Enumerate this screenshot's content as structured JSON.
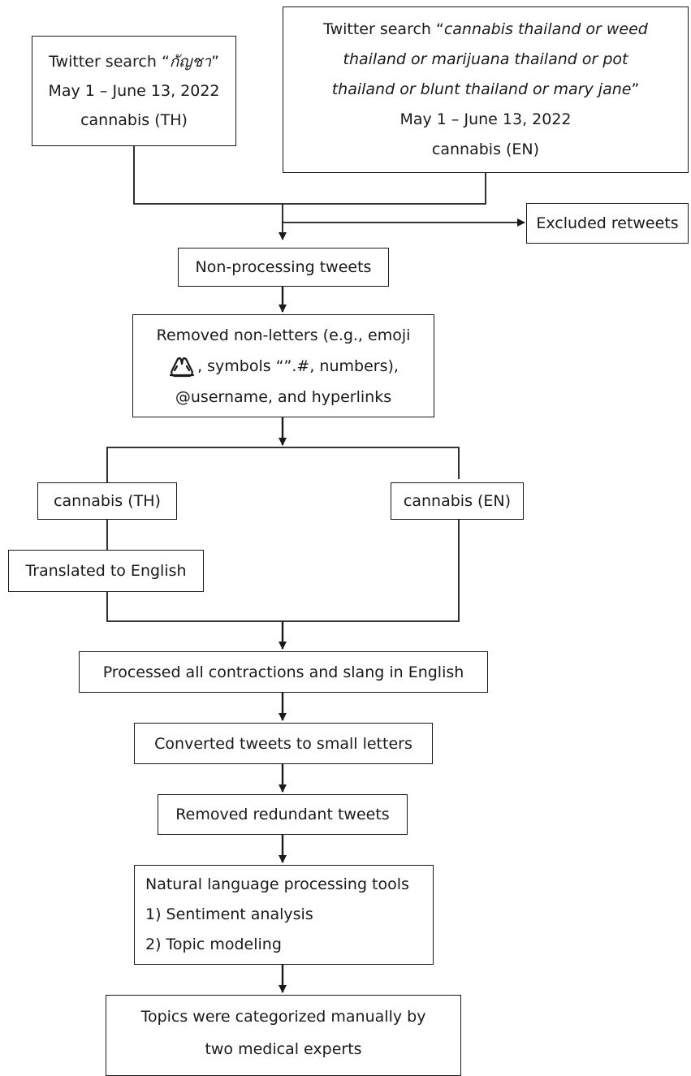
{
  "search_th": {
    "prefix": "Twitter search “",
    "query": "กัญชา",
    "suffix": "”",
    "dates": "May 1 – June 13, 2022",
    "label": "cannabis (TH)"
  },
  "search_en": {
    "prefix": "Twitter search “",
    "query_line1": "cannabis thailand or weed",
    "query_line2": "thailand or marijuana thailand or pot",
    "query_line3": "thailand or blunt thailand or mary jane",
    "suffix": "”",
    "dates": "May 1 – June 13, 2022",
    "label": "cannabis (EN)"
  },
  "excluded": "Excluded retweets",
  "non_processing": "Non-processing tweets",
  "removed_nonletters": {
    "line1": "Removed non-letters (e.g., emoji",
    "line2": ", symbols “”.#, numbers),",
    "line3": "@username, and hyperlinks",
    "emoji_icon": "folded-hands-icon"
  },
  "branch_th": "cannabis (TH)",
  "branch_en": "cannabis (EN)",
  "translated": "Translated to English",
  "contractions": "Processed all contractions and slang in English",
  "lowercase": "Converted tweets to small letters",
  "redundant": "Removed redundant tweets",
  "nlp": {
    "title": "Natural language processing tools",
    "item1": "1) Sentiment analysis",
    "item2": "2) Topic modeling"
  },
  "topics": {
    "line1": "Topics were categorized manually by",
    "line2": "two medical experts"
  }
}
